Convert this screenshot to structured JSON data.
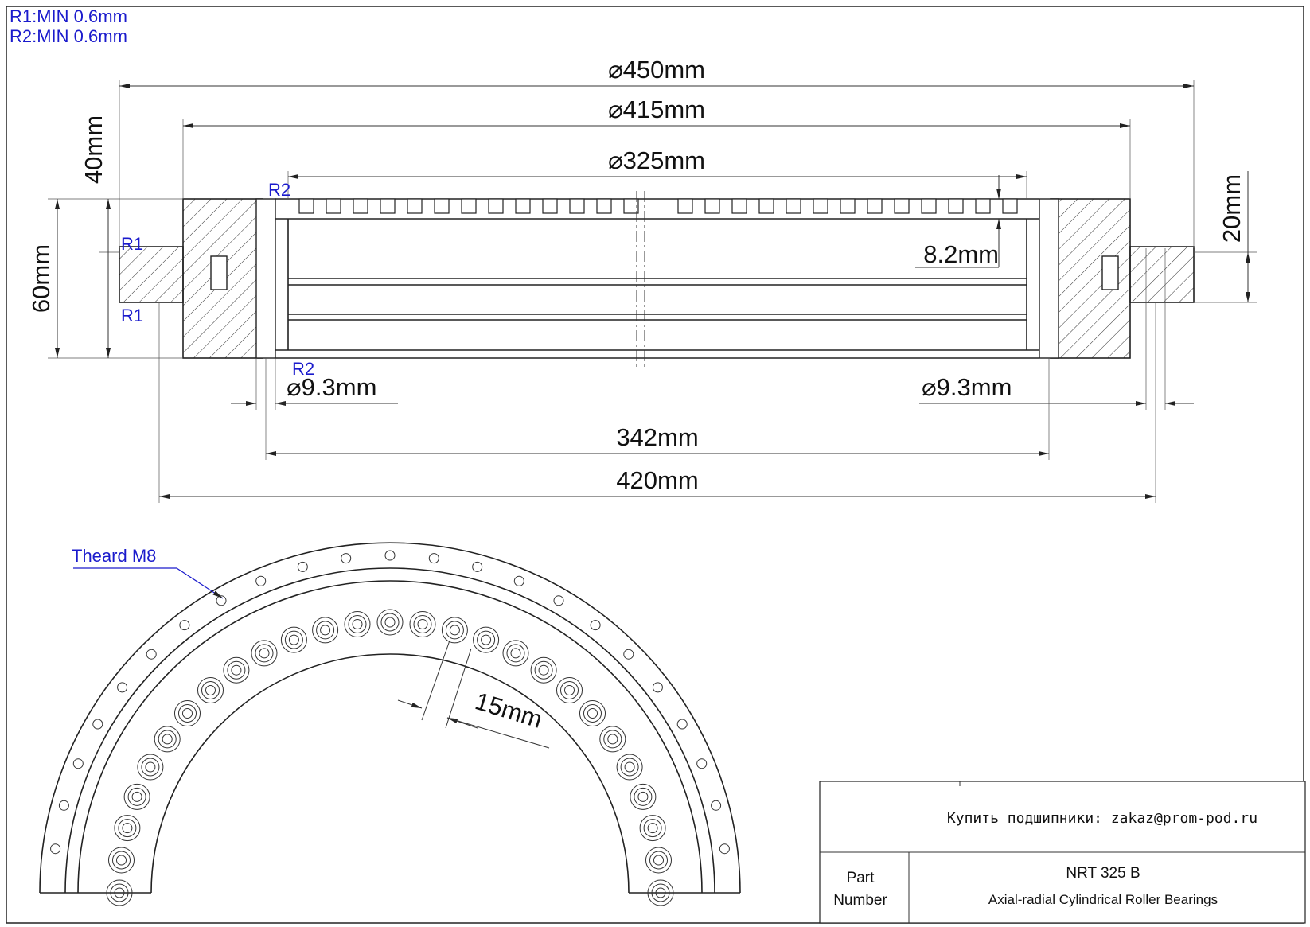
{
  "notes": {
    "r1": "R1:MIN 0.6mm",
    "r2": "R2:MIN 0.6mm"
  },
  "dimensions": {
    "d450": "450mm",
    "d415": "415mm",
    "d325": "325mm",
    "h40": "40mm",
    "h60": "60mm",
    "h20": "20mm",
    "h8_2": "8.2mm",
    "hole_left": "9.3mm",
    "hole_right": "9.3mm",
    "w342": "342mm",
    "w420": "420mm",
    "pitch15": "15mm",
    "diameter_symbol": "⌀"
  },
  "radius_labels": {
    "r1_top": "R1",
    "r1_bottom": "R1",
    "r2_top": "R2",
    "r2_bottom": "R2"
  },
  "callouts": {
    "thread": "Theard M8"
  },
  "title_block": {
    "contact": "Купить подшипники: zakaz@prom-pod.ru",
    "part_label_line1": "Part",
    "part_label_line2": "Number",
    "part_number": "NRT 325 B",
    "description": "Axial-radial Cylindrical Roller Bearings"
  },
  "colors": {
    "line": "#222222",
    "annotation_blue": "#1a1acc",
    "text": "#111111"
  }
}
